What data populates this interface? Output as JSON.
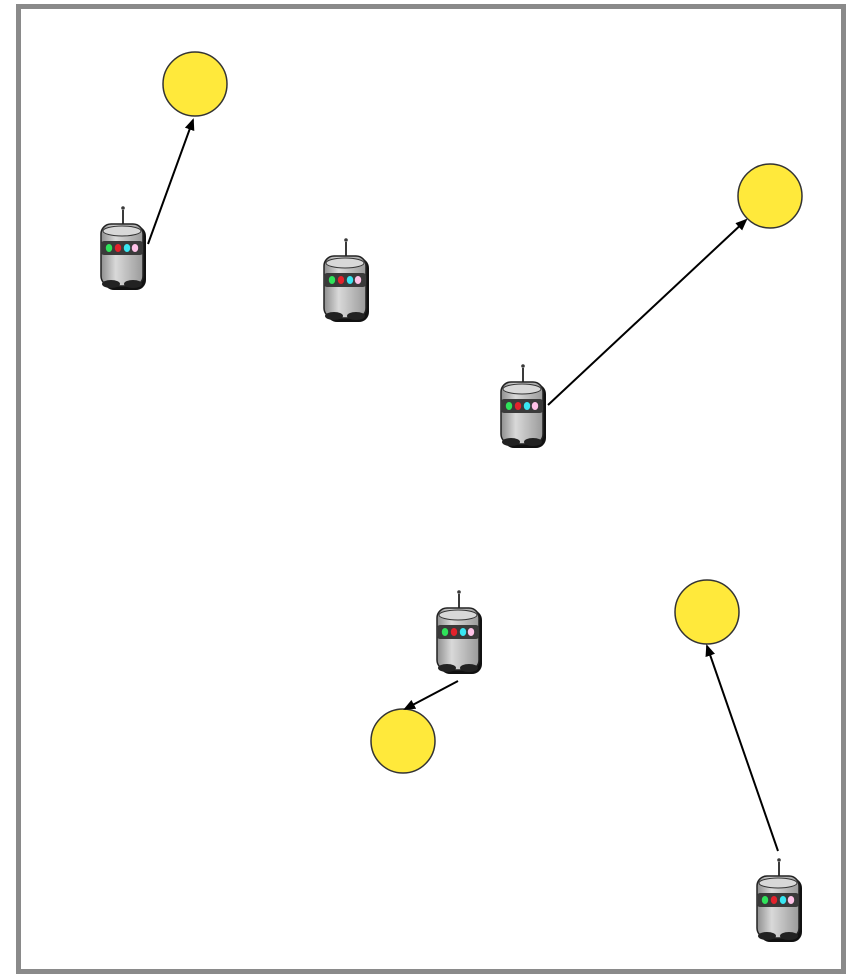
{
  "colors": {
    "border": "#8a8a8a",
    "target_fill": "#ffe93b",
    "target_stroke": "#333333",
    "arrow": "#000000",
    "robot_body": "#b8b8b8",
    "robot_band": "#3a3a3a",
    "led_colors": [
      "#2fe35a",
      "#e3222c",
      "#39e6f2",
      "#ffc2e8"
    ]
  },
  "robots": [
    {
      "id": "robot-1",
      "target": "target-1"
    },
    {
      "id": "robot-2",
      "target": null
    },
    {
      "id": "robot-3",
      "target": "target-2"
    },
    {
      "id": "robot-4",
      "target": "target-4"
    },
    {
      "id": "robot-5",
      "target": "target-3"
    }
  ],
  "targets": [
    {
      "id": "target-1"
    },
    {
      "id": "target-2"
    },
    {
      "id": "target-3"
    },
    {
      "id": "target-4"
    }
  ],
  "icons": {
    "robot": "robot-icon",
    "target": "target-circle",
    "arrow": "arrow-icon"
  }
}
